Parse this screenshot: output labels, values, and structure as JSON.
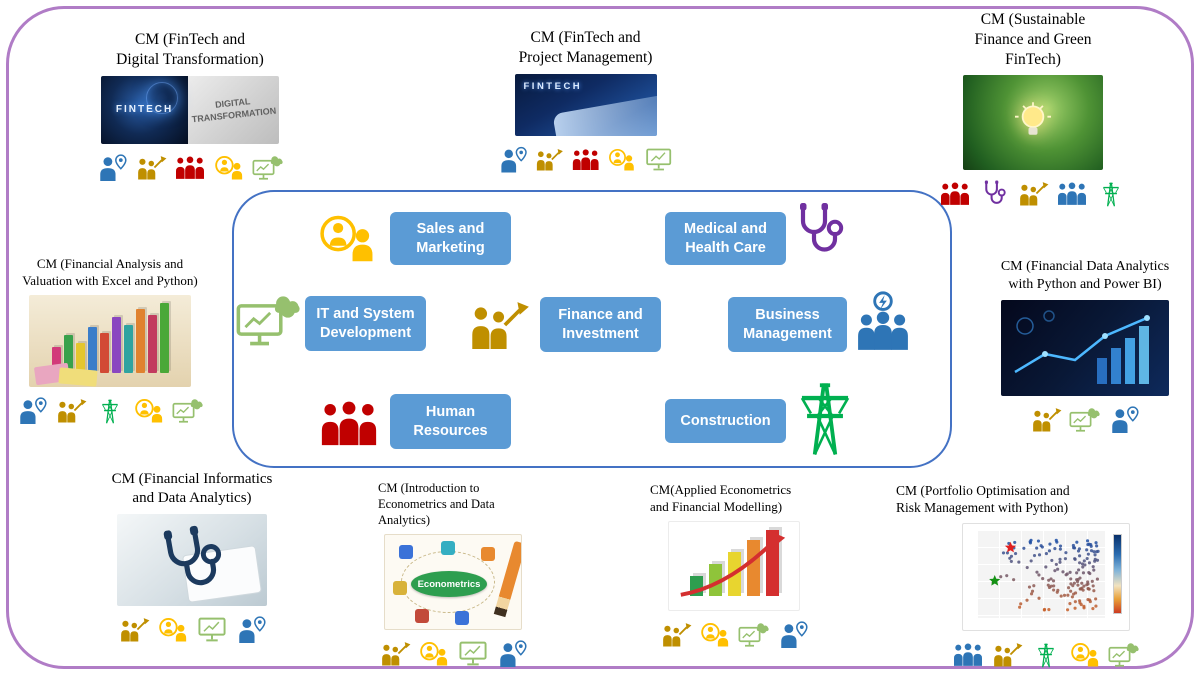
{
  "colors": {
    "outer_border": "#b07cc6",
    "center_border": "#4472c4",
    "sector_fill": "#5b9bd5",
    "icon_blue": "#2e75b6",
    "icon_olive": "#bf8f00",
    "icon_red": "#c00000",
    "icon_yellow": "#ffc000",
    "icon_light_green": "#96c06e",
    "icon_green": "#00b050",
    "icon_purple": "#7030a0"
  },
  "center": {
    "sectors": [
      {
        "key": "sales",
        "label": "Sales and\nMarketing",
        "icon": "customers-icon"
      },
      {
        "key": "medical",
        "label": "Medical and\nHealth Care",
        "icon": "stethoscope-icon"
      },
      {
        "key": "it",
        "label": "IT and System\nDevelopment",
        "icon": "computer-cloud-icon"
      },
      {
        "key": "finance",
        "label": "Finance and\nInvestment",
        "icon": "people-growth-icon"
      },
      {
        "key": "business",
        "label": "Business\nManagement",
        "icon": "team-idea-icon"
      },
      {
        "key": "hr",
        "label": "Human\nResources",
        "icon": "people-group-icon"
      },
      {
        "key": "construction",
        "label": "Construction",
        "icon": "power-tower-icon"
      }
    ]
  },
  "modules": [
    {
      "id": "fintech-digital",
      "title": "CM (FinTech and\nDigital Transformation)",
      "image_text": {
        "left": "FINTECH",
        "right": "DIGITAL TRANSFORMATION"
      },
      "icons": [
        {
          "name": "person-pin-icon",
          "base": "person-pin",
          "color": "#2e75b6"
        },
        {
          "name": "people-growth-icon",
          "base": "people-growth",
          "color": "#bf8f00"
        },
        {
          "name": "people-group-icon",
          "base": "people-group",
          "color": "#c00000"
        },
        {
          "name": "customers-icon",
          "base": "customers",
          "color": "#ffc000"
        },
        {
          "name": "computer-cloud-icon",
          "base": "computer-cloud",
          "color": "#96c06e"
        }
      ]
    },
    {
      "id": "fintech-project",
      "title": "CM (FinTech and\nProject Management)",
      "image_text": {
        "left": "FINTECH"
      },
      "icons": [
        {
          "name": "person-pin-icon",
          "base": "person-pin",
          "color": "#2e75b6"
        },
        {
          "name": "people-growth-icon",
          "base": "people-growth",
          "color": "#bf8f00"
        },
        {
          "name": "people-group-icon",
          "base": "people-group",
          "color": "#c00000"
        },
        {
          "name": "customers-icon",
          "base": "customers",
          "color": "#ffc000"
        },
        {
          "name": "monitor-icon",
          "base": "monitor",
          "color": "#96c06e"
        }
      ]
    },
    {
      "id": "green-fintech",
      "title": "CM (Sustainable\nFinance and Green\nFinTech)",
      "icons": [
        {
          "name": "people-group-icon",
          "base": "people-group",
          "color": "#c00000"
        },
        {
          "name": "stethoscope-icon",
          "base": "stethoscope",
          "color": "#7030a0"
        },
        {
          "name": "people-growth-icon",
          "base": "people-growth",
          "color": "#bf8f00"
        },
        {
          "name": "people-group-icon",
          "base": "people-group",
          "color": "#2e75b6"
        },
        {
          "name": "power-tower-icon",
          "base": "power-tower",
          "color": "#00b050"
        }
      ]
    },
    {
      "id": "financial-analysis",
      "title": "CM (Financial Analysis and\nValuation with Excel and Python)",
      "icons": [
        {
          "name": "person-pin-icon",
          "base": "person-pin",
          "color": "#2e75b6"
        },
        {
          "name": "people-growth-icon",
          "base": "people-growth",
          "color": "#bf8f00"
        },
        {
          "name": "power-tower-icon",
          "base": "power-tower",
          "color": "#00b050"
        },
        {
          "name": "customers-icon",
          "base": "customers",
          "color": "#ffc000"
        },
        {
          "name": "computer-cloud-icon",
          "base": "computer-cloud",
          "color": "#96c06e"
        }
      ]
    },
    {
      "id": "financial-data-analytics",
      "title": "CM (Financial Data Analytics\nwith Python and Power BI)",
      "icons": [
        {
          "name": "people-growth-icon",
          "base": "people-growth",
          "color": "#bf8f00"
        },
        {
          "name": "computer-cloud-icon",
          "base": "computer-cloud",
          "color": "#96c06e"
        },
        {
          "name": "person-pin-icon",
          "base": "person-pin",
          "color": "#2e75b6"
        }
      ]
    },
    {
      "id": "financial-informatics",
      "title": "CM (Financial Informatics\nand Data Analytics)",
      "icons": [
        {
          "name": "people-growth-icon",
          "base": "people-growth",
          "color": "#bf8f00"
        },
        {
          "name": "customers-icon",
          "base": "customers",
          "color": "#ffc000"
        },
        {
          "name": "monitor-icon",
          "base": "monitor",
          "color": "#96c06e"
        },
        {
          "name": "person-pin-icon",
          "base": "person-pin",
          "color": "#2e75b6"
        }
      ]
    },
    {
      "id": "intro-econometrics",
      "title": "CM (Introduction to\nEconometrics and Data\nAnalytics)",
      "image_text": {
        "center": "Econometrics"
      },
      "icons": [
        {
          "name": "people-growth-icon",
          "base": "people-growth",
          "color": "#bf8f00"
        },
        {
          "name": "customers-icon",
          "base": "customers",
          "color": "#ffc000"
        },
        {
          "name": "monitor-icon",
          "base": "monitor",
          "color": "#96c06e"
        },
        {
          "name": "person-pin-icon",
          "base": "person-pin",
          "color": "#2e75b6"
        }
      ]
    },
    {
      "id": "applied-econometrics",
      "title": "CM(Applied Econometrics\nand Financial Modelling)",
      "icons": [
        {
          "name": "people-growth-icon",
          "base": "people-growth",
          "color": "#bf8f00"
        },
        {
          "name": "customers-icon",
          "base": "customers",
          "color": "#ffc000"
        },
        {
          "name": "computer-cloud-icon",
          "base": "computer-cloud",
          "color": "#96c06e"
        },
        {
          "name": "person-pin-icon",
          "base": "person-pin",
          "color": "#2e75b6"
        }
      ]
    },
    {
      "id": "portfolio-optimisation",
      "title": "CM (Portfolio Optimisation and\nRisk Management with Python)",
      "icons": [
        {
          "name": "people-group-icon",
          "base": "people-group",
          "color": "#2e75b6"
        },
        {
          "name": "people-growth-icon",
          "base": "people-growth",
          "color": "#bf8f00"
        },
        {
          "name": "power-tower-icon",
          "base": "power-tower",
          "color": "#00b050"
        },
        {
          "name": "customers-icon",
          "base": "customers",
          "color": "#ffc000"
        },
        {
          "name": "computer-cloud-icon",
          "base": "computer-cloud",
          "color": "#96c06e"
        }
      ]
    }
  ]
}
